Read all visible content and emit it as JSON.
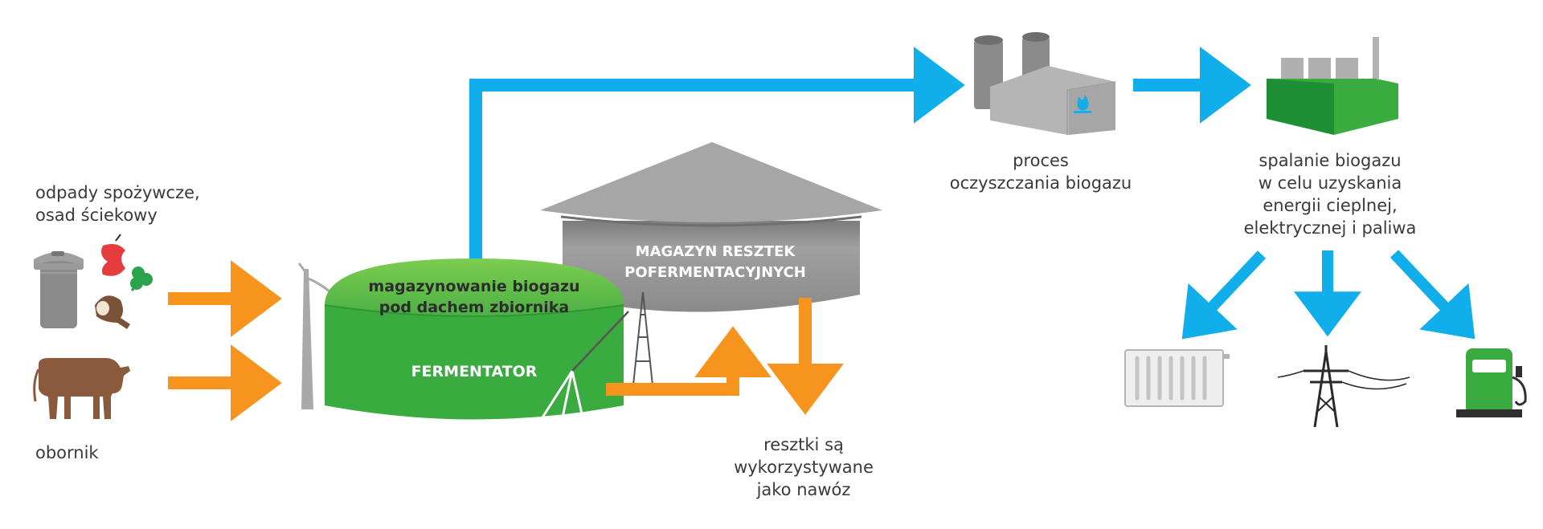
{
  "labels": {
    "food_waste": "odpady spożywcze,\nosad ściekowy",
    "manure": "obornik",
    "biogas_storage": "magazynowanie biogazu\npod dachem zbiornika",
    "fermentator": "FERMENTATOR",
    "digestate_store": "MAGAZYN RESZTEK\nPOFERMENTACYJNYCH",
    "residue_use": "resztki są\nwykorzystywane\njako nawóz",
    "purification": "proces\noczyszczania biogazu",
    "combustion": "spalanie biogazu\nw celu uzyskania\nenergii cieplnej,\nelektrycznej i paliwa"
  },
  "colors": {
    "blue_flow": "#10aeea",
    "orange_flow": "#f7941d",
    "tank_green": "#3aab3e",
    "tank_green_light": "#6cc04a",
    "tank_gray": "#8c8c8c",
    "roof_gray": "#a3a3a3",
    "cow_brown": "#8b5a3c"
  },
  "icons": [
    "waste-bin-icon",
    "apple-core-icon",
    "clover-icon",
    "ham-icon",
    "cow-icon",
    "wind-turbine-icon",
    "mixer-icon",
    "pylon-icon",
    "purification-plant-icon",
    "power-plant-icon",
    "radiator-icon",
    "power-line-icon",
    "fuel-pump-icon"
  ]
}
